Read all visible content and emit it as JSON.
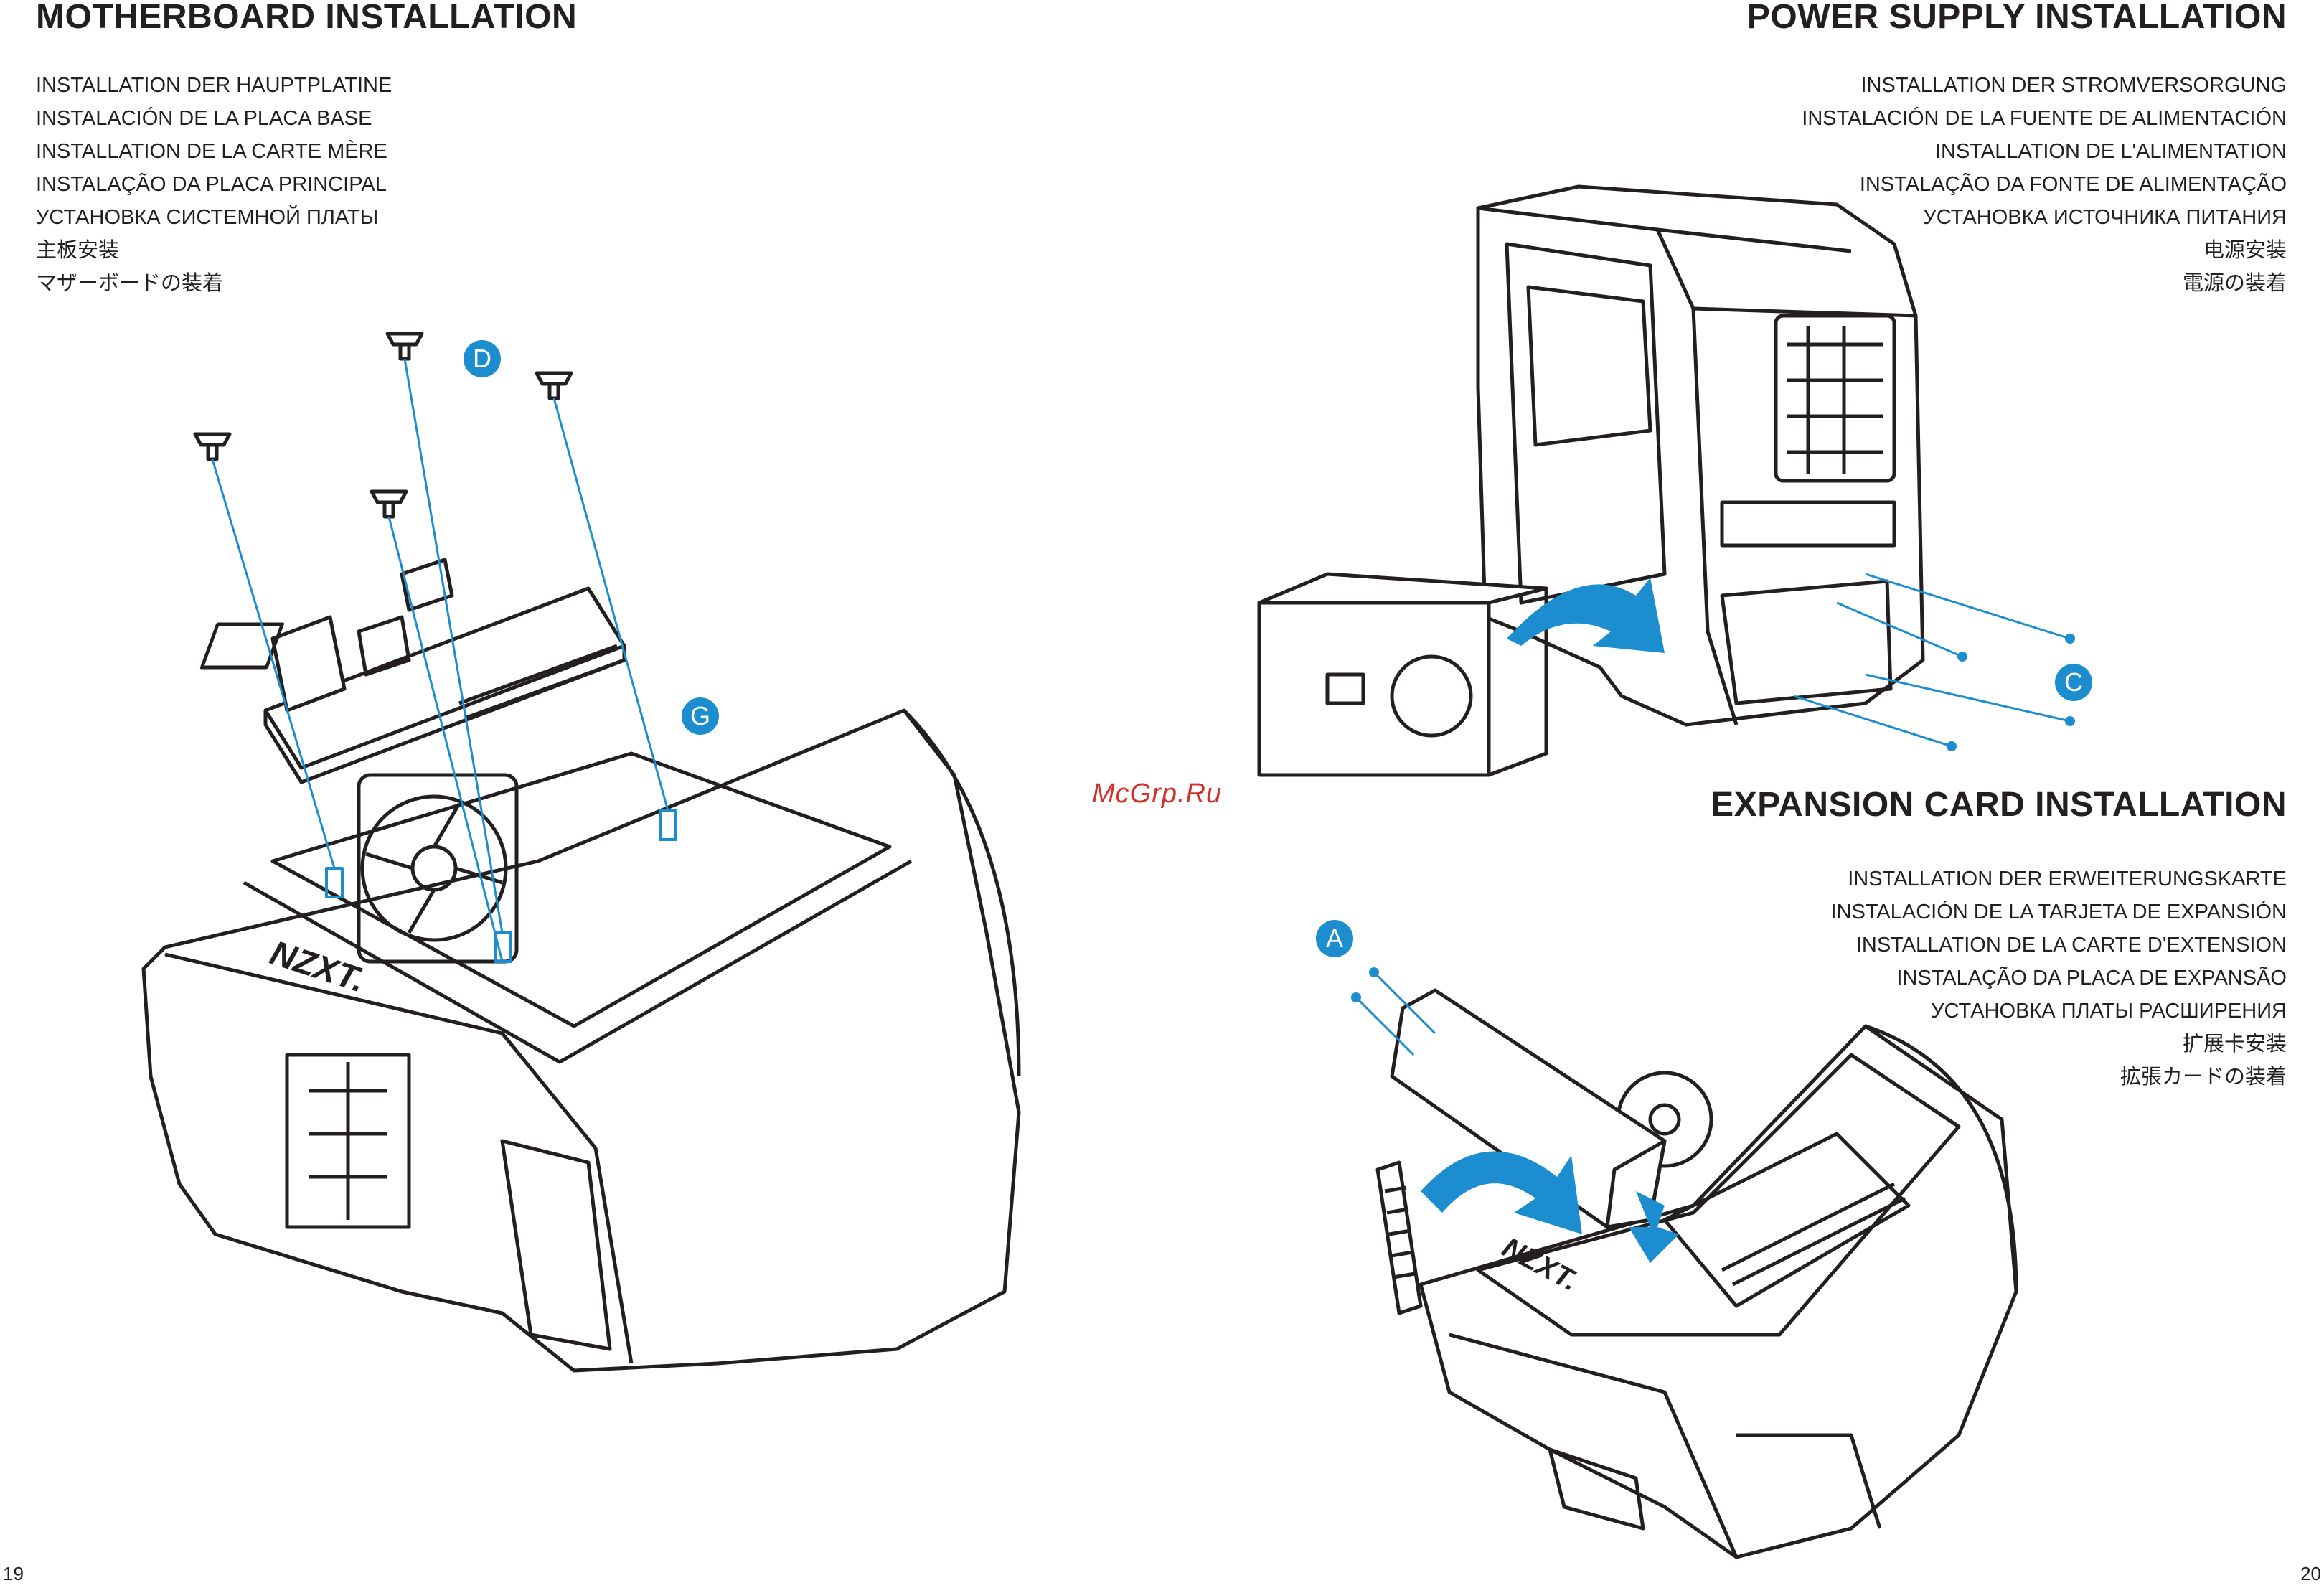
{
  "motherboard": {
    "title": "MOTHERBOARD INSTALLATION",
    "langs": [
      "INSTALLATION DER HAUPTPLATINE",
      "INSTALACIÓN DE LA PLACA BASE",
      "INSTALLATION DE LA CARTE MÈRE",
      "INSTALAÇÃO DA PLACA PRINCIPAL",
      "УСТАНОВКА СИСТЕМНОЙ ПЛАТЫ",
      "主板安装",
      "マザーボードの装着"
    ],
    "callouts": {
      "d": "D",
      "g": "G"
    },
    "brand": "NZXT."
  },
  "power_supply": {
    "title": "POWER SUPPLY INSTALLATION",
    "langs": [
      "INSTALLATION DER STROMVERSORGUNG",
      "INSTALACIÓN DE LA FUENTE DE ALIMENTACIÓN",
      "INSTALLATION DE L'ALIMENTATION",
      "INSTALAÇÃO DA FONTE DE ALIMENTAÇÃO",
      "УСТАНОВКА ИСТОЧНИКА ПИТАНИЯ",
      "电源安装",
      "電源の装着"
    ],
    "callout": "C"
  },
  "expansion_card": {
    "title": "EXPANSION CARD INSTALLATION",
    "langs": [
      "INSTALLATION DER ERWEITERUNGSKARTE",
      "INSTALACIÓN DE LA TARJETA DE EXPANSIÓN",
      "INSTALLATION DE LA CARTE D'EXTENSION",
      "INSTALAÇÃO DA PLACA DE EXPANSÃO",
      "УСТАНОВКА ПЛАТЫ РАСШИРЕНИЯ",
      "扩展卡安装",
      "拡張カードの装着"
    ],
    "callout": "A",
    "brand": "NZXT."
  },
  "watermark": "McGrp.Ru",
  "page_numbers": {
    "left": "19",
    "right": "20"
  },
  "colors": {
    "accent": "#1c8ed0",
    "ink": "#231f20",
    "watermark": "#d2322d"
  }
}
